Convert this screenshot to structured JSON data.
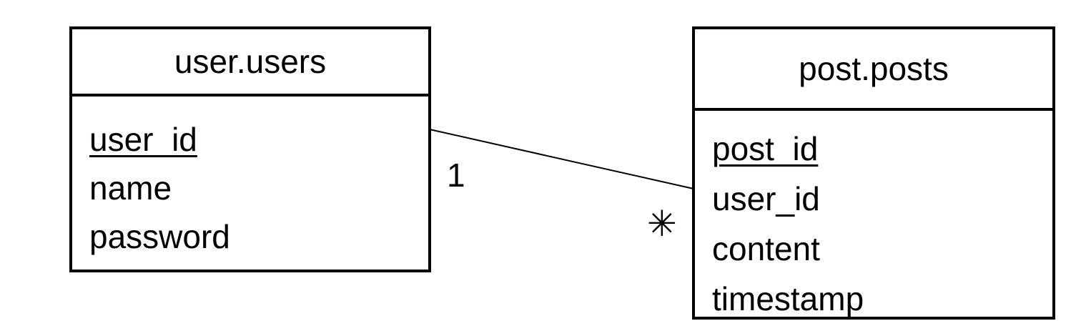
{
  "entities": {
    "users": {
      "name": "user.users",
      "attributes": [
        {
          "label": "user_id",
          "primary_key": true
        },
        {
          "label": "name",
          "primary_key": false
        },
        {
          "label": "password",
          "primary_key": false
        }
      ]
    },
    "posts": {
      "name": "post.posts",
      "attributes": [
        {
          "label": "post_id",
          "primary_key": true
        },
        {
          "label": "user_id",
          "primary_key": false
        },
        {
          "label": "content",
          "primary_key": false
        },
        {
          "label": "timestamp",
          "primary_key": false
        }
      ]
    }
  },
  "relationship": {
    "from": "users",
    "to": "posts",
    "from_multiplicity": "1",
    "to_multiplicity": "✳"
  }
}
